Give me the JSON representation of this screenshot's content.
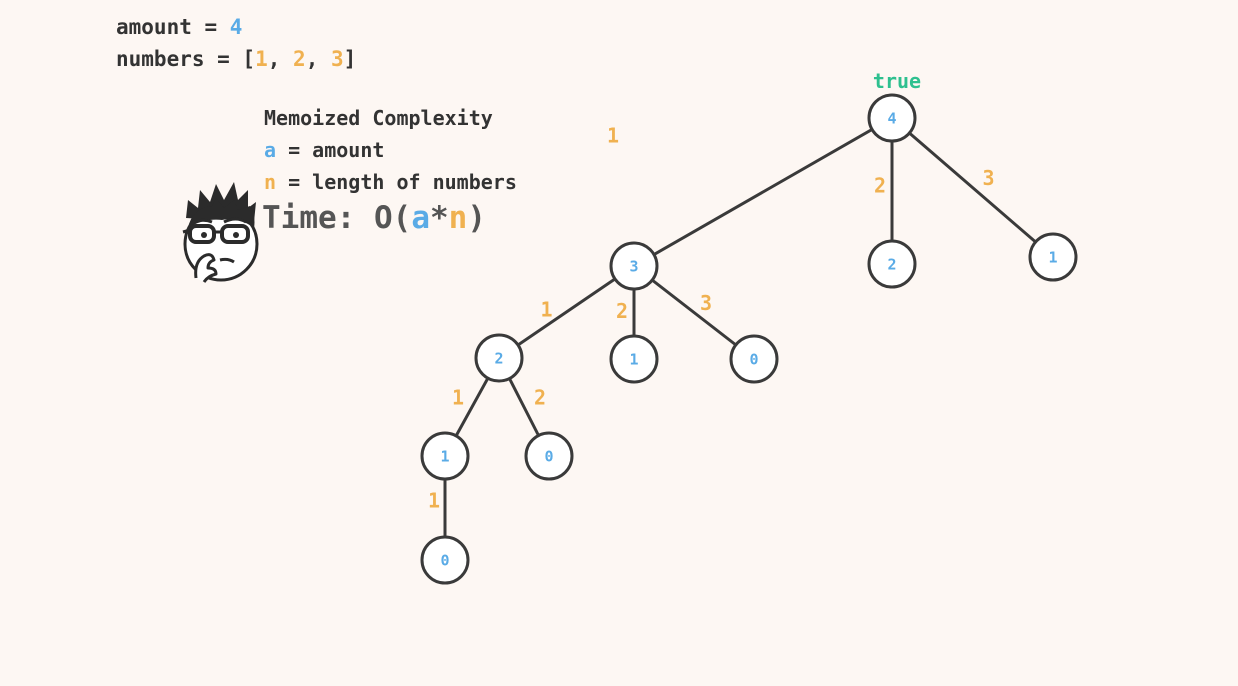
{
  "code": {
    "amount_label": "amount = ",
    "amount_value": "4",
    "numbers_label": "numbers = [",
    "numbers": [
      "1",
      "2",
      "3"
    ],
    "separator": ", ",
    "numbers_close": "]"
  },
  "complexity": {
    "title": "Memoized Complexity",
    "a_var": "a",
    "a_def": " = amount",
    "n_var": "n",
    "n_def": " = length of numbers",
    "time_prefix": "Time: O(",
    "time_a": "a",
    "time_star": "*",
    "time_n": "n",
    "time_suffix": ")"
  },
  "avatar": {
    "icon": "thinking-face-icon"
  },
  "tree": {
    "root_result": "true",
    "nodes": [
      {
        "id": "n4",
        "value": "4"
      },
      {
        "id": "n3",
        "value": "3"
      },
      {
        "id": "n2a",
        "value": "2"
      },
      {
        "id": "n1a",
        "value": "1"
      },
      {
        "id": "n2b",
        "value": "2"
      },
      {
        "id": "n1b",
        "value": "1"
      },
      {
        "id": "n0a",
        "value": "0"
      },
      {
        "id": "n1c",
        "value": "1"
      },
      {
        "id": "n0b",
        "value": "0"
      },
      {
        "id": "n0c",
        "value": "0"
      }
    ],
    "edges": [
      {
        "from": "n4",
        "to": "n3",
        "label": "1"
      },
      {
        "from": "n4",
        "to": "n2a",
        "label": "2"
      },
      {
        "from": "n4",
        "to": "n1a",
        "label": "3"
      },
      {
        "from": "n3",
        "to": "n2b",
        "label": "1"
      },
      {
        "from": "n3",
        "to": "n1b",
        "label": "2"
      },
      {
        "from": "n3",
        "to": "n0a",
        "label": "3"
      },
      {
        "from": "n2b",
        "to": "n1c",
        "label": "1"
      },
      {
        "from": "n2b",
        "to": "n0b",
        "label": "2"
      },
      {
        "from": "n1c",
        "to": "n0c",
        "label": "1"
      }
    ]
  },
  "colors": {
    "amount_blue": "#5aabe6",
    "number_orange": "#f0b150",
    "result_green": "#2ec08f",
    "background": "#fdf7f3"
  }
}
